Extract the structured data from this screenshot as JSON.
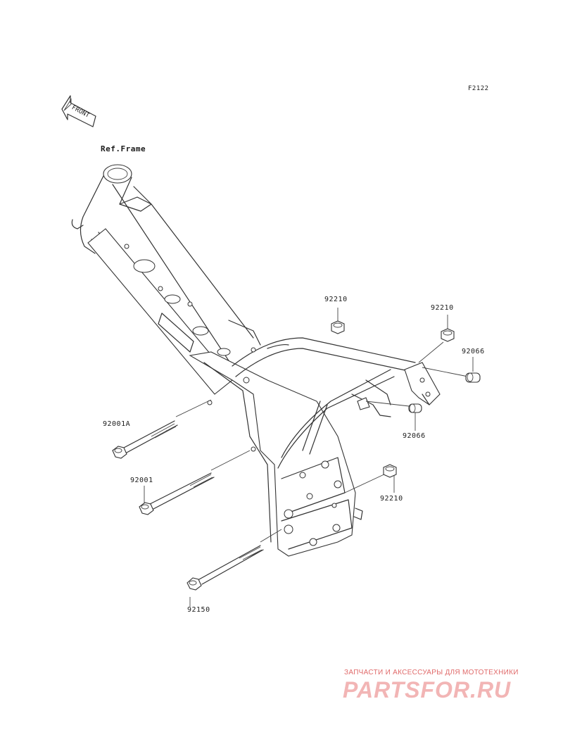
{
  "diagram": {
    "code": "F2122",
    "ref_label": "Ref.Frame",
    "front_label": "FRONT",
    "parts": [
      {
        "number": "92210"
      },
      {
        "number": "92210"
      },
      {
        "number": "92066"
      },
      {
        "number": "92066"
      },
      {
        "number": "92001A"
      },
      {
        "number": "92001"
      },
      {
        "number": "92210"
      },
      {
        "number": "92150"
      }
    ]
  },
  "watermark": {
    "tagline": "ЗАПЧАСТИ И АКСЕССУАРЫ ДЛЯ МОТОТЕХНИКИ",
    "logo": "PARTSFOR.RU"
  },
  "colors": {
    "line": "#333333",
    "watermark_text": "#e06a6a",
    "watermark_logo": "#f2b5b5"
  }
}
